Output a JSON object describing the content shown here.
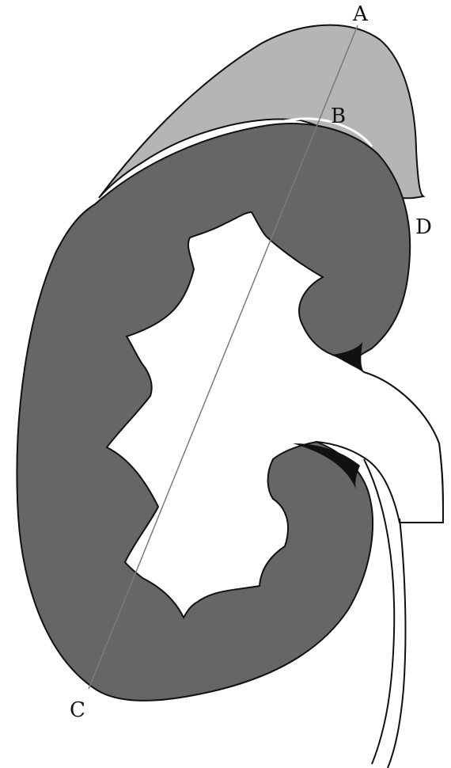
{
  "diagram": {
    "points": {
      "A": "A",
      "B": "B",
      "C": "C",
      "D": "D"
    },
    "colors": {
      "cortex": "#666666",
      "cap": "#b5b5b5",
      "outline": "#111111",
      "sinus": "#ffffff",
      "line": "#777777"
    }
  }
}
